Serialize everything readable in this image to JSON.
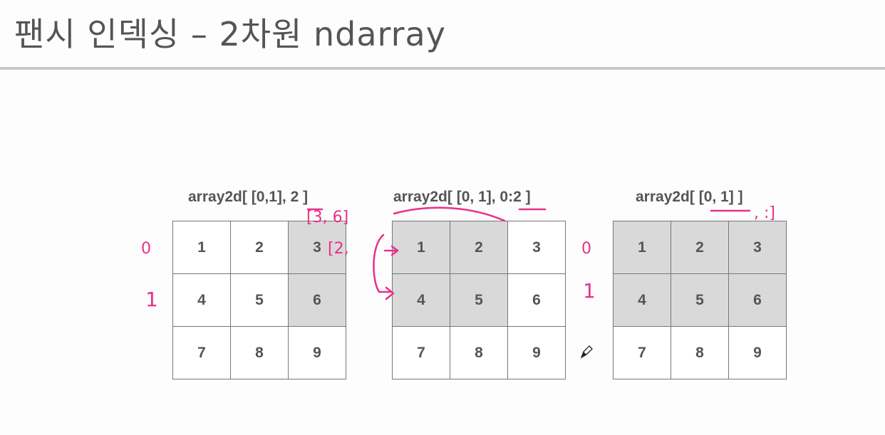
{
  "slide": {
    "title": "팬시 인덱싱 – 2차원 ndarray"
  },
  "grids": [
    {
      "label": "array2d[ [0,1], 2 ]",
      "cells": [
        "1",
        "2",
        "3",
        "4",
        "5",
        "6",
        "7",
        "8",
        "9"
      ],
      "highlighted": [
        false,
        false,
        true,
        false,
        false,
        true,
        false,
        false,
        false
      ]
    },
    {
      "label": "array2d[ [0, 1], 0:2 ]",
      "cells": [
        "1",
        "2",
        "3",
        "4",
        "5",
        "6",
        "7",
        "8",
        "9"
      ],
      "highlighted": [
        true,
        true,
        false,
        true,
        true,
        false,
        false,
        false,
        false
      ]
    },
    {
      "label": "array2d[ [0, 1] ]",
      "cells": [
        "1",
        "2",
        "3",
        "4",
        "5",
        "6",
        "7",
        "8",
        "9"
      ],
      "highlighted": [
        true,
        true,
        true,
        true,
        true,
        true,
        false,
        false,
        false
      ]
    }
  ],
  "annotations": {
    "color": "#e8308a",
    "grid1_result": "[3, 6]",
    "grid1_row_index_0": "0",
    "grid1_row_index_1": "1",
    "grid2_partial": "[2,",
    "grid3_row_index_0": "0",
    "grid3_row_index_1": "1",
    "grid3_suffix": ", :]"
  },
  "cursor_icon": "pencil-cursor-icon"
}
